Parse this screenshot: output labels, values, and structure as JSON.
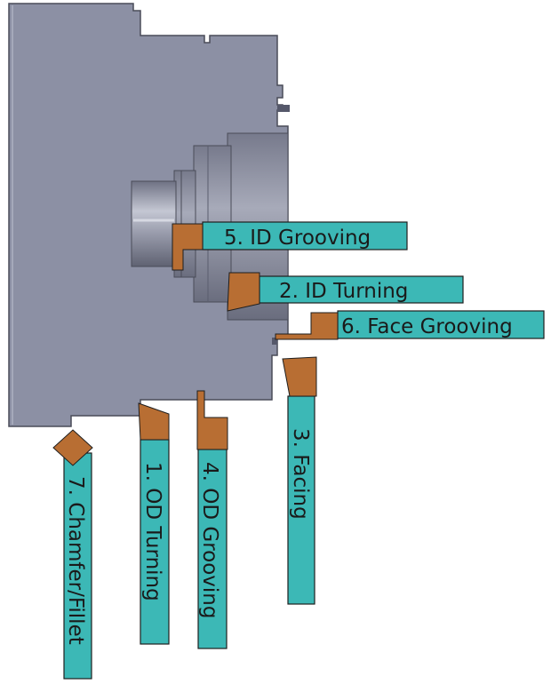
{
  "colors": {
    "background": "#ffffff",
    "part_body": "#8c90a4",
    "part_edge": "#4a4c58",
    "bore": "#8b8ea0",
    "holder": "#3cb8b6",
    "insert": "#b86e33",
    "outline": "#1e1e1e",
    "label_text": "#1a1a1a"
  },
  "tools": [
    {
      "id": "od-turning",
      "label": "1. OD Turning",
      "orientation": "vertical"
    },
    {
      "id": "id-turning",
      "label": "2. ID Turning",
      "orientation": "horizontal"
    },
    {
      "id": "facing",
      "label": "3. Facing",
      "orientation": "vertical"
    },
    {
      "id": "od-grooving",
      "label": "4. OD Grooving",
      "orientation": "vertical"
    },
    {
      "id": "id-grooving",
      "label": "5. ID Grooving",
      "orientation": "horizontal"
    },
    {
      "id": "face-grooving",
      "label": "6. Face Grooving",
      "orientation": "horizontal"
    },
    {
      "id": "chamfer-fillet",
      "label": "7. Chamfer/Fillet",
      "orientation": "vertical"
    }
  ]
}
